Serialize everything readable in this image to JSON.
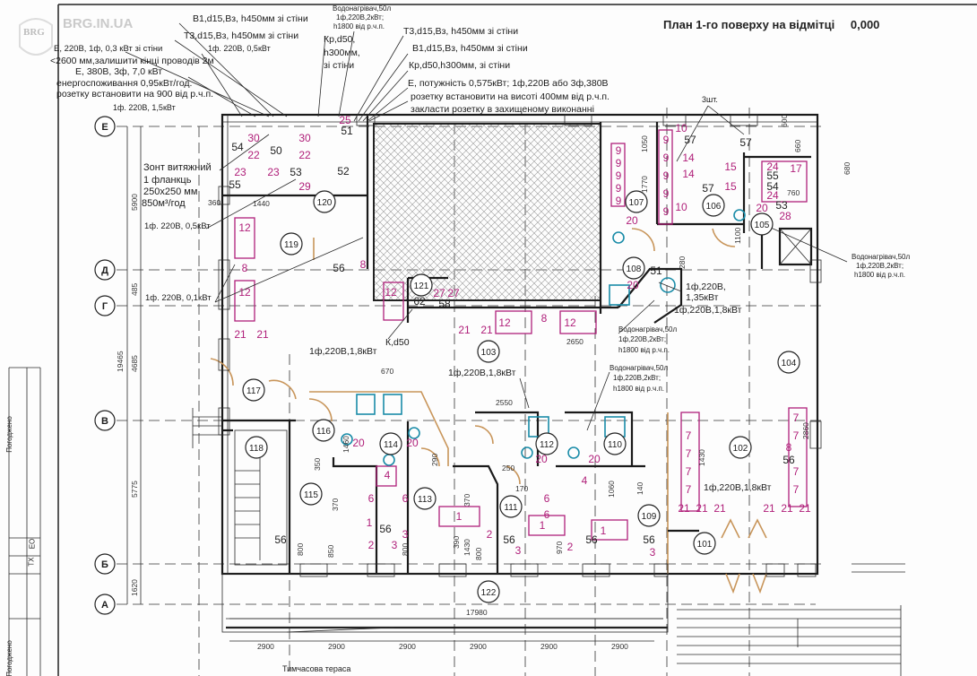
{
  "title": "План 1-го поверху на відмітці",
  "elevation": "0,000",
  "watermark": {
    "emblem": "BRG",
    "text": "BRG.IN.UA"
  },
  "side_stamp": [
    "Погоджено",
    "ЕО",
    "ТХ",
    "Погоджено"
  ],
  "axes": [
    "Е",
    "Д",
    "Г",
    "В",
    "Б",
    "А"
  ],
  "rooms": [
    "119",
    "120",
    "121",
    "103",
    "104",
    "105",
    "106",
    "107",
    "108",
    "117",
    "118",
    "116",
    "114",
    "115",
    "113",
    "111",
    "112",
    "110",
    "109",
    "102",
    "101",
    "122"
  ],
  "annotations": [
    "В1,d15,Вз, h450мм зі стіни",
    "Т3,d15,Вз, h450мм зі стіни",
    "Е, 220В, 1ф, 0,3 кВт зі стіни",
    "1ф. 220В, 0,5кВт",
    "<2600 мм,залишити кінці проводів 2м",
    "Е, 380В, 3ф, 7,0 кВт",
    "енергоспоживання 0,95кВт/год.",
    "розетку встановити на 900 від р.ч.п.",
    "1ф. 220В, 1,5кВт",
    "Водонагрівач,50л",
    "1ф,220В,2кВт;",
    "h1800 від р.ч.п.",
    "Кр,d50,",
    "h300мм,",
    "зі стіни",
    "Т3,d15,Вз, h450мм зі стіни",
    "В1,d15,Вз, h450мм зі стіни",
    "Кр,d50,h300мм, зі стіни",
    "Е, потужність 0,575кВт; 1ф,220В або 3ф,380В",
    "розетку встановити на висоті 400мм від р.ч.п.",
    "закласти розетку в захищеному виконанні",
    "Зонт витяжний",
    "1 фланкць",
    "250х250 мм",
    "850м³/год",
    "1ф. 220В, 0,5кВт",
    "1ф. 220В, 0,1кВт",
    "1ф,220В,1,8кВт",
    "К,d50",
    "1ф,220В,1,8кВт",
    "1ф,220В,",
    "1,35кВт",
    "1ф,220В,1,8кВт",
    "Водонагрівач,50л",
    "1ф,220В,2кВт;",
    "h1800 від р.ч.п.",
    "Водонагрівач,50л",
    "1ф,220В,2кВт;",
    "h1800 від р.ч.п.",
    "Водонагрівач,50л",
    "1ф,220В,2кВт;",
    "h1800 від р.ч.п.",
    "3шт.",
    "1ф,220В,1,8кВт",
    "Тимчасова тераса"
  ],
  "dimensions": [
    "17980",
    "2900",
    "2900",
    "2900",
    "2900",
    "2900",
    "2900",
    "19465",
    "5900",
    "485",
    "4685",
    "5775",
    "1620",
    "2650",
    "2550",
    "670",
    "1440",
    "360",
    "1050",
    "1770",
    "600",
    "660",
    "680",
    "2860",
    "1430",
    "350",
    "1460",
    "290",
    "370",
    "370",
    "390",
    "1430",
    "800",
    "800",
    "850",
    "800",
    "970",
    "250",
    "170",
    "140",
    "1060",
    "280",
    "760",
    "1100"
  ],
  "fixtures": [
    "12",
    "12",
    "8",
    "8",
    "21",
    "21",
    "21",
    "21",
    "21",
    "21",
    "21",
    "21",
    "21",
    "21",
    "12",
    "12",
    "12",
    "9",
    "9",
    "9",
    "9",
    "9",
    "9",
    "9",
    "9",
    "9",
    "9",
    "20",
    "20",
    "20",
    "20",
    "20",
    "20",
    "7",
    "7",
    "7",
    "7",
    "7",
    "7",
    "7",
    "7",
    "6",
    "6",
    "6",
    "6",
    "4",
    "4",
    "1",
    "1",
    "1",
    "2",
    "2",
    "2",
    "3",
    "3",
    "3",
    "3",
    "30",
    "22",
    "30",
    "22",
    "23",
    "23",
    "29",
    "27",
    "27",
    "24",
    "24",
    "17",
    "28",
    "15",
    "15",
    "14",
    "14",
    "10",
    "10",
    "8",
    "20",
    "8",
    "25",
    "1"
  ],
  "equipment_numbers": [
    "54",
    "50",
    "53",
    "52",
    "51",
    "55",
    "56",
    "58",
    "57",
    "57",
    "57",
    "55",
    "54",
    "53",
    "56",
    "56",
    "56",
    "56",
    "56",
    "56",
    "51",
    "62"
  ]
}
